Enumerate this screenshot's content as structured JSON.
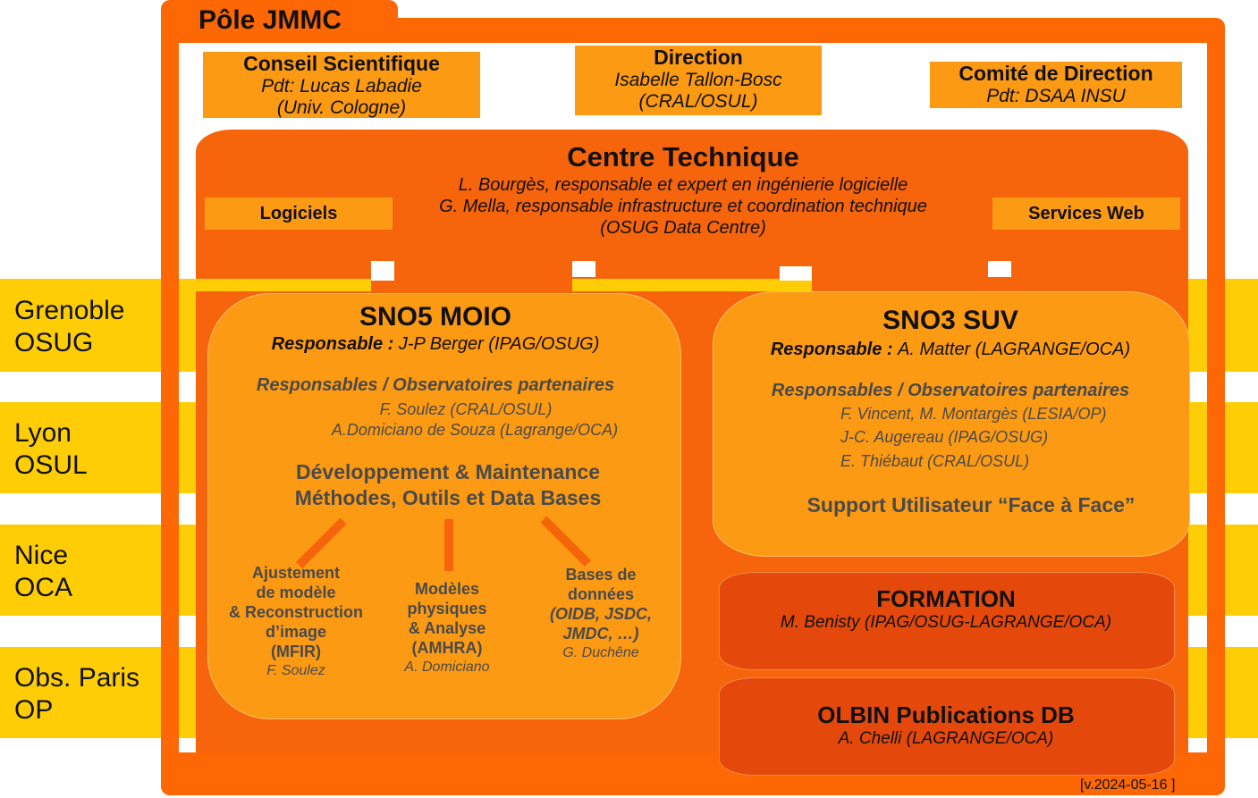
{
  "sites": [
    {
      "name": "Grenoble",
      "code": "OSUG"
    },
    {
      "name": "Lyon",
      "code": "OSUL"
    },
    {
      "name": "Nice",
      "code": "OCA"
    },
    {
      "name": "Obs. Paris",
      "code": "OP"
    }
  ],
  "pole": {
    "title": "Pôle JMMC"
  },
  "governance": {
    "conseil": {
      "title": "Conseil Scientifique",
      "line1": "Pdt: Lucas Labadie",
      "line2": "(Univ. Cologne)"
    },
    "direction": {
      "title": "Direction",
      "line1": "Isabelle Tallon-Bosc",
      "line2": "(CRAL/OSUL)"
    },
    "comite": {
      "title": "Comité de Direction",
      "line1": "Pdt: DSAA INSU"
    }
  },
  "centre": {
    "title": "Centre Technique",
    "line1": "L. Bourgès, responsable et expert en ingénierie logicielle",
    "line2": "G. Mella, responsable infrastructure et coordination technique",
    "line3": "(OSUG Data Centre)",
    "left_label": "Logiciels",
    "right_label": "Services Web"
  },
  "moio": {
    "title": "SNO5 MOIO",
    "resp_label": "Responsable :",
    "resp_name": "J-P Berger (IPAG/OSUG)",
    "partners_title": "Responsables / Observatoires partenaires",
    "partners": [
      "F. Soulez (CRAL/OSUL)",
      "A.Domiciano de Souza (Lagrange/OCA)"
    ],
    "dev1": "Développement & Maintenance",
    "dev2": "Méthodes, Outils et Data Bases",
    "branches": [
      {
        "lines": [
          "Ajustement",
          "de modèle",
          "& Reconstruction",
          "d’image",
          "(MFIR)"
        ],
        "person": "F. Soulez"
      },
      {
        "lines": [
          "Modèles",
          "physiques",
          "& Analyse",
          "(AMHRA)"
        ],
        "person": "A. Domiciano"
      },
      {
        "lines": [
          "Bases de",
          "données"
        ],
        "italic_lines": [
          "(OIDB, JSDC,",
          "JMDC, …)"
        ],
        "person": "G. Duchêne"
      }
    ]
  },
  "suv": {
    "title": "SNO3 SUV",
    "resp_label": "Responsable :",
    "resp_name": "A. Matter (LAGRANGE/OCA)",
    "partners_title": "Responsables / Observatoires partenaires",
    "partners": [
      "F. Vincent, M. Montargès (LESIA/OP)",
      "J-C. Augereau (IPAG/OSUG)",
      "E. Thiébaut (CRAL/OSUL)"
    ],
    "support": "Support Utilisateur “Face à Face”"
  },
  "formation": {
    "title": "FORMATION",
    "person": "M. Benisty (IPAG/OSUG-LAGRANGE/OCA)"
  },
  "olbin": {
    "title": "OLBIN Publications DB",
    "person": "A. Chelli (LAGRANGE/OCA)"
  },
  "version": "[v.2024-05-16 ]",
  "colors": {
    "orange": "#fd6704",
    "light_orange": "#fd9a14",
    "yellow": "#fecd05",
    "dark_orange": "#e4490b"
  }
}
